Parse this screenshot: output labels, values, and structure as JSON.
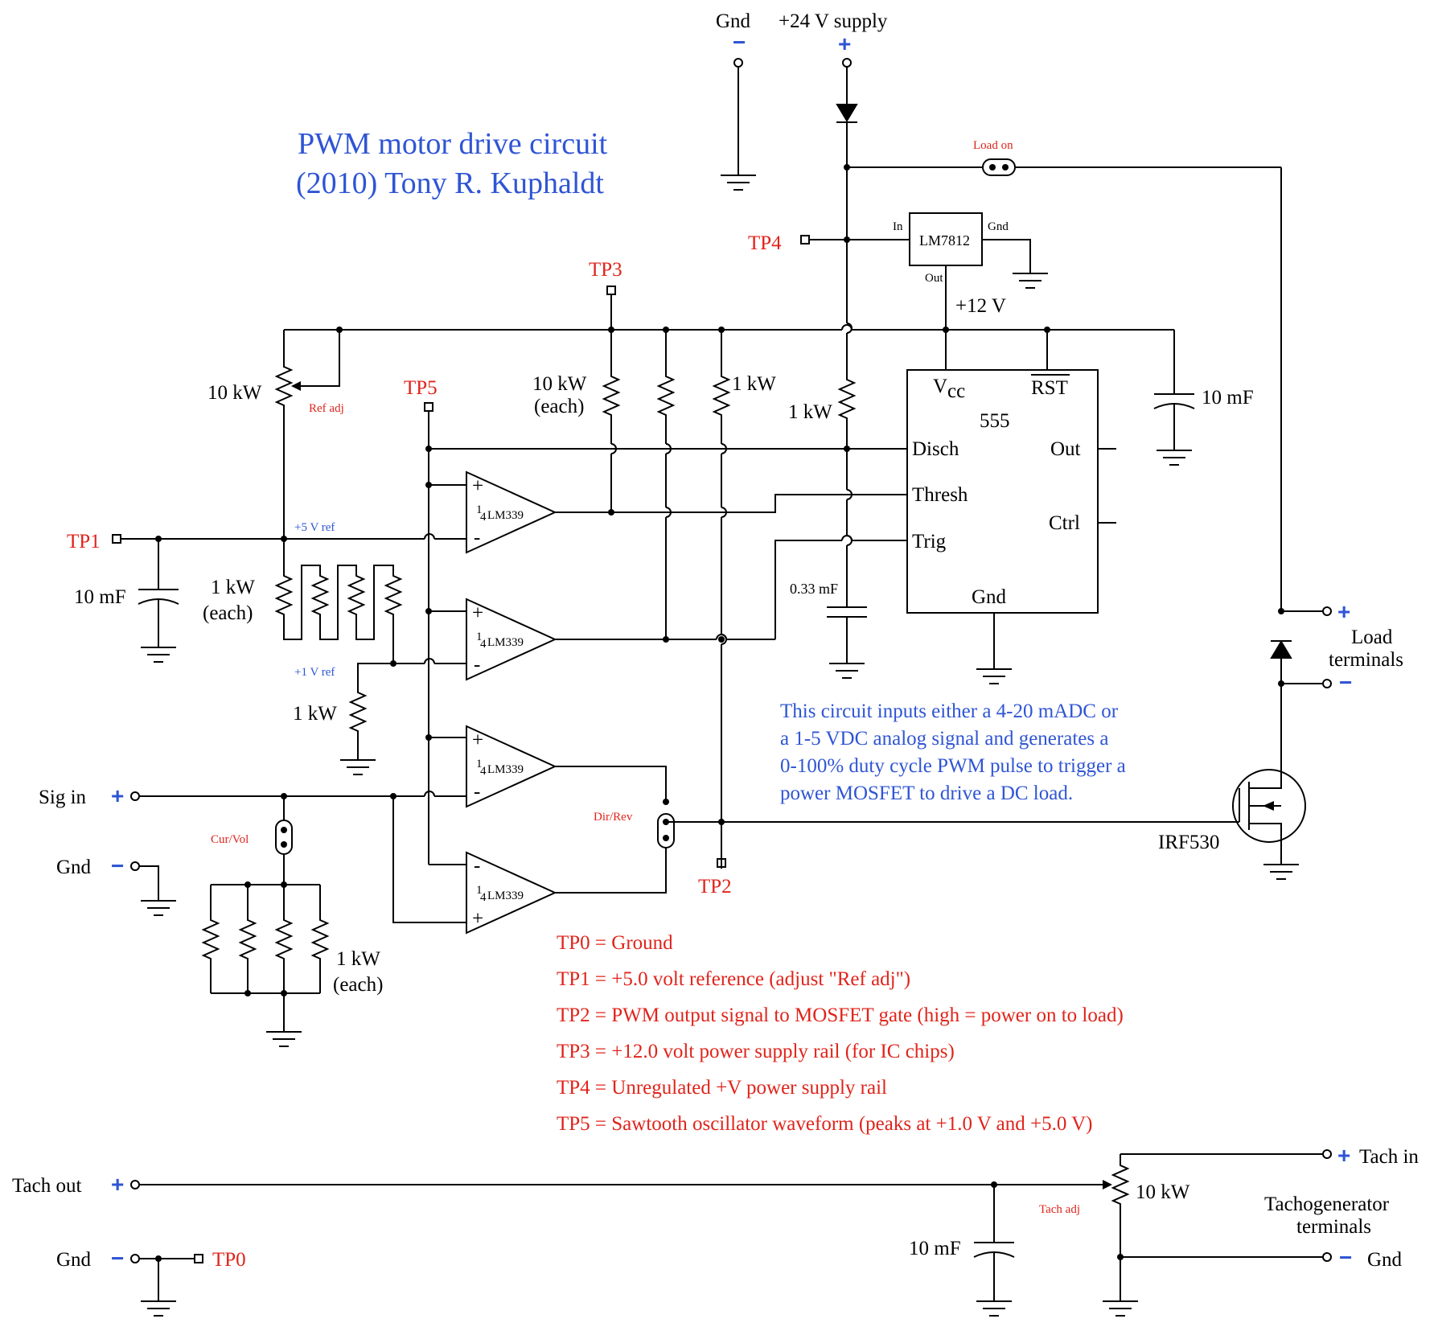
{
  "title": {
    "line1": "PWM motor drive circuit",
    "line2": "(2010) Tony R. Kuphaldt"
  },
  "supply": {
    "gnd": "Gnd",
    "v24": "+24 V supply",
    "minus": "−",
    "plus": "+"
  },
  "test_points": {
    "tp0": "TP0",
    "tp1": "TP1",
    "tp2": "TP2",
    "tp3": "TP3",
    "tp4": "TP4",
    "tp5": "TP5"
  },
  "components": {
    "r_ref": "10 kW",
    "ref_adj": "Ref adj",
    "r_10k_each_1": "10 kW",
    "r_10k_each_2": "(each)",
    "r_1k_top": "1 kW",
    "r_1k_timer": "1 kW",
    "regulator": "LM7812",
    "reg_in": "In",
    "reg_gnd": "Gnd",
    "reg_out": "Out",
    "v12": "+12 V",
    "c_10mf_rail": "10 mF",
    "c_10mf_tp1": "10 mF",
    "c_033": "0.33 mF",
    "c_10mf_tach": "10 mF",
    "ladder_1": "1 kW",
    "ladder_2": "(each)",
    "v5ref": "+5 V ref",
    "v1ref": "+1 V ref",
    "r_1k_bottom": "1 kW",
    "shunt_1": "1 kW",
    "shunt_2": "(each)",
    "comparator_prefix": "1",
    "comparator_div": "4",
    "comparator": "LM339",
    "jumper_load": "Load on",
    "jumper_cv": "Cur/Vol",
    "jumper_dir": "Dir/Rev",
    "mosfet": "IRF530",
    "pot_tach": "10 kW",
    "tach_adj": "Tach adj"
  },
  "timer": {
    "name": "555",
    "vcc_v": "V",
    "vcc_sub": "cc",
    "rst": "RST",
    "disch": "Disch",
    "thresh": "Thresh",
    "trig": "Trig",
    "out": "Out",
    "ctrl": "Ctrl",
    "gnd": "Gnd"
  },
  "terminals": {
    "sig_in": "Sig in",
    "gnd": "Gnd",
    "load_1": "Load",
    "load_2": "terminals",
    "tach_out": "Tach out",
    "tach_in": "Tach in",
    "tachogen_1": "Tachogenerator",
    "tachogen_2": "terminals"
  },
  "description": [
    "This circuit inputs either a 4-20 mADC or",
    "a 1-5 VDC analog signal and generates a",
    "0-100% duty cycle PWM pulse to trigger a",
    "power MOSFET to drive a DC load."
  ],
  "legend": [
    "TP0 = Ground",
    "TP1 = +5.0 volt reference (adjust \"Ref adj\")",
    "TP2 = PWM output signal to MOSFET gate (high = power on to load)",
    "TP3 = +12.0 volt power supply rail (for IC chips)",
    "TP4 = Unregulated +V power supply rail",
    "TP5 = Sawtooth oscillator waveform (peaks at +1.0 V and +5.0 V)"
  ],
  "colors": {
    "red": "#e0241b",
    "blue": "#2f55d4",
    "ink": "#000000"
  }
}
